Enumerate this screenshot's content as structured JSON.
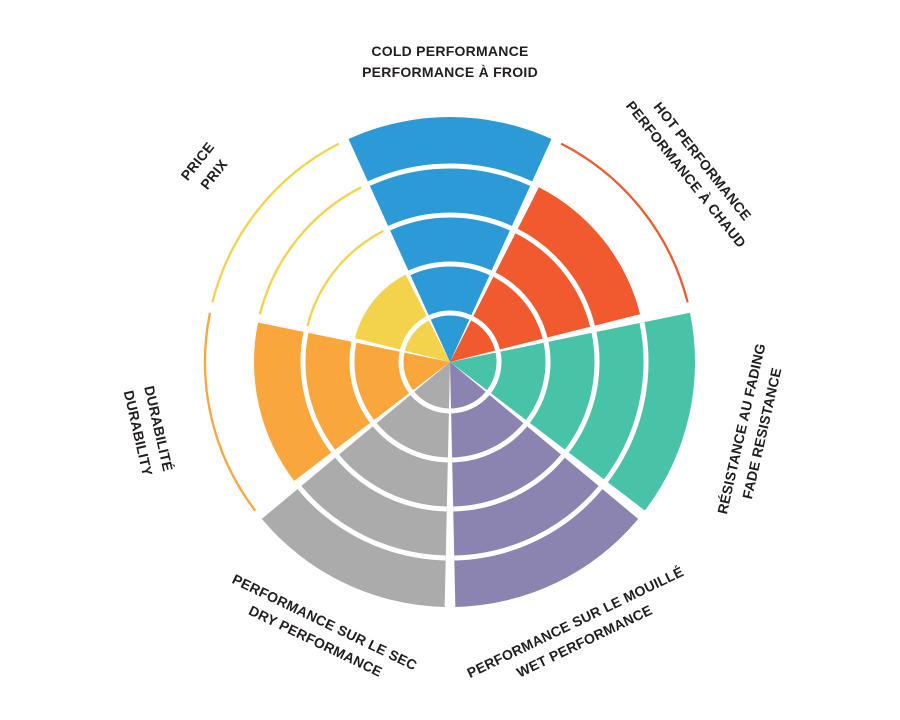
{
  "page": {
    "background_color": "#FFFFFF",
    "text_color": "#221E1F"
  },
  "chart_data": {
    "type": "pie",
    "variant": "segmented-radar-wheel",
    "description": "Seven-sector performance wheel; each sector filled to value out of 5 rings, unfilled rings shown as thin colored arcs",
    "max_rings": 5,
    "ring_divider_color": "#FFFFFF",
    "legend_position": "around",
    "sectors": [
      {
        "id": "cold",
        "label_en": "COLD PERFORMANCE",
        "label_fr": "PERFORMANCE À FROID",
        "value": 5,
        "max": 5,
        "color": "#2B9AD6"
      },
      {
        "id": "hot",
        "label_en": "HOT PERFORMANCE",
        "label_fr": "PERFORMANCE À CHAUD",
        "value": 4,
        "max": 5,
        "color": "#F15A2E"
      },
      {
        "id": "fade",
        "label_en": "FADE RESISTANCE",
        "label_fr": "RÉSISTANCE AU FADING",
        "value": 5,
        "max": 5,
        "color": "#49C3A8"
      },
      {
        "id": "wet",
        "label_en": "WET PERFORMANCE",
        "label_fr": "PERFORMANCE SUR LE MOUILLÉ",
        "value": 5,
        "max": 5,
        "color": "#8B84B1"
      },
      {
        "id": "dry",
        "label_en": "DRY PERFORMANCE",
        "label_fr": "PERFORMANCE SUR LE SEC",
        "value": 5,
        "max": 5,
        "color": "#ABABAB"
      },
      {
        "id": "durability",
        "label_en": "DURABILITY",
        "label_fr": "DURABILITÉ",
        "value": 4,
        "max": 5,
        "color": "#F9A63C"
      },
      {
        "id": "price",
        "label_en": "PRICE",
        "label_fr": "PRIX",
        "value": 2,
        "max": 5,
        "color": "#F3D34B"
      }
    ]
  }
}
